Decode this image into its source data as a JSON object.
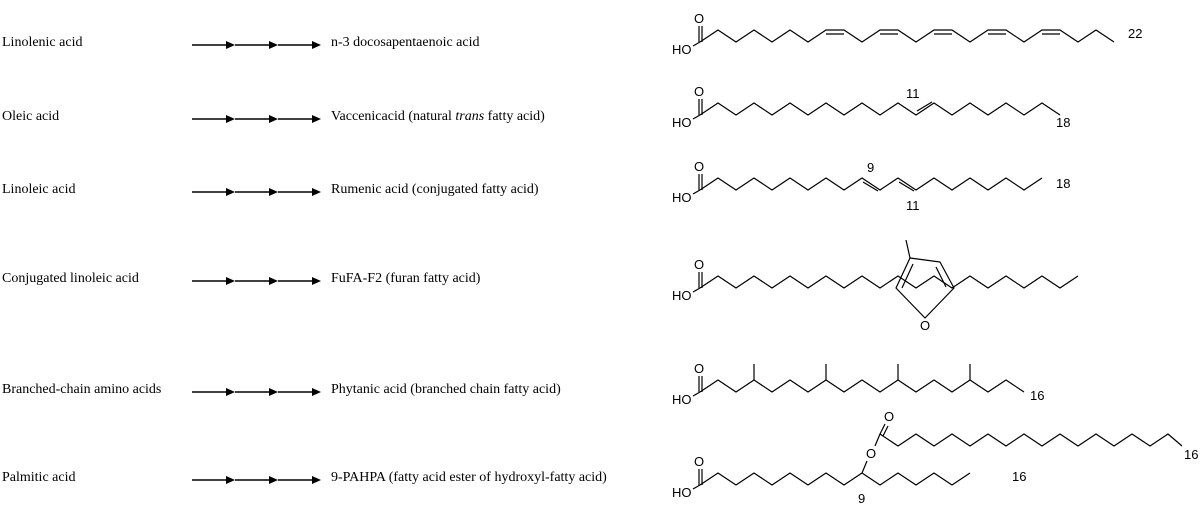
{
  "rows": [
    {
      "substrate": "Linolenic acid",
      "product": "n-3 docosapentaenoic acid",
      "product_italic": "",
      "product_suffix": ""
    },
    {
      "substrate": "Oleic acid",
      "product": "Vaccenicacid (natural ",
      "product_italic": "trans",
      "product_suffix": " fatty acid)"
    },
    {
      "substrate": "Linoleic acid",
      "product": "Rumenic acid (conjugated fatty acid)",
      "product_italic": "",
      "product_suffix": ""
    },
    {
      "substrate": "Conjugated linoleic acid",
      "product": "FuFA-F2 (furan fatty acid)",
      "product_italic": "",
      "product_suffix": ""
    },
    {
      "substrate": "Branched-chain amino acids",
      "product": "Phytanic acid (branched chain fatty acid)",
      "product_italic": "",
      "product_suffix": ""
    },
    {
      "substrate": "Palmitic acid",
      "product": "9-PAHPA (fatty acid ester of hydroxyl-fatty acid)",
      "product_italic": "",
      "product_suffix": ""
    }
  ],
  "structures": {
    "oxygen": "O",
    "hydroxyl": "HO",
    "dpa_end": "22",
    "vaccenic_pos": "11",
    "vaccenic_end": "18",
    "rumenic_pos1": "9",
    "rumenic_pos2": "11",
    "rumenic_end": "18",
    "phytanic_end": "16",
    "pahpa_acyl_end": "16",
    "pahpa_main_end": "16",
    "pahpa_pos": "9"
  }
}
